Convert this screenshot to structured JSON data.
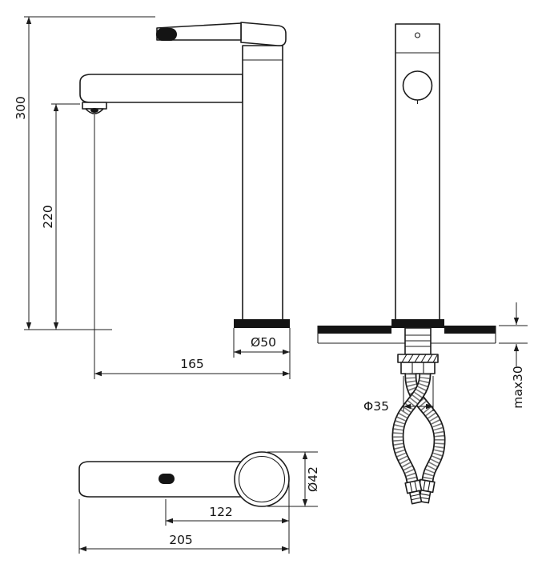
{
  "drawing": {
    "dims": {
      "total_height": "300",
      "spout_height": "220",
      "base_diameter": "Ø50",
      "spout_reach": "165",
      "counter_max_thickness": "max30",
      "hole_diameter": "Φ35",
      "handle_circle_diameter": "Ø42",
      "handle_grip_to_center": "122",
      "handle_total_length": "205"
    }
  }
}
